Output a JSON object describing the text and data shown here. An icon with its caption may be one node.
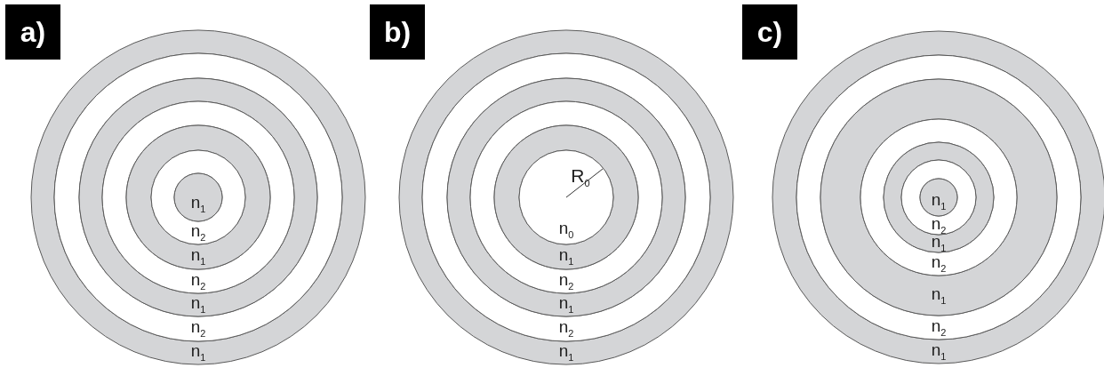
{
  "diagram": {
    "nodes": [
      {
        "text": [
          "a)"
        ]
      },
      {
        "text": [
          "n$_{1}$"
        ]
      },
      {
        "text": [
          "n$_{2}$"
        ],
        "in": 1
      },
      {
        "text": [
          "n$_{1}$"
        ],
        "in": 2
      },
      {
        "text": [
          "n$_{2}$"
        ],
        "in": 3
      },
      {
        "text": [
          "n$_{1}$"
        ],
        "in": 4
      },
      {
        "text": [
          "n$_{2}$"
        ],
        "in": 5
      },
      {
        "text": [
          "n$_{1}$"
        ],
        "in": 6
      },
      {
        "text": [
          "b)"
        ]
      },
      {
        "text": [
          "n$_{1}$"
        ]
      },
      {
        "text": [
          "n$_{2}$"
        ],
        "in": 9
      },
      {
        "text": [
          "n$_{1}$"
        ],
        "in": 10
      },
      {
        "text": [
          "n$_{2}$"
        ],
        "in": 11
      },
      {
        "text": [
          "n$_{1}$"
        ],
        "in": 12
      },
      {
        "text": [
          "n$_{0}$"
        ],
        "in": 13
      },
      {
        "text": [
          "c)"
        ]
      },
      {
        "text": [
          "n$_{1}$"
        ]
      },
      {
        "text": [
          "n$_{2}$"
        ],
        "in": 16
      },
      {
        "text": [
          "n$_{1}$"
        ],
        "in": 17
      },
      {
        "text": [
          "n$_{2}$"
        ],
        "in": 18
      },
      {
        "text": [
          "n$_{1}$"
        ],
        "in": 19
      },
      {
        "text": [
          "n$_{2}$"
        ],
        "in": 20
      },
      {
        "text": [
          "n$_{1}$"
        ],
        "in": 21
      }
    ],
    "edges": [],
    "labels": [
      "R$_{0}$"
    ]
  }
}
